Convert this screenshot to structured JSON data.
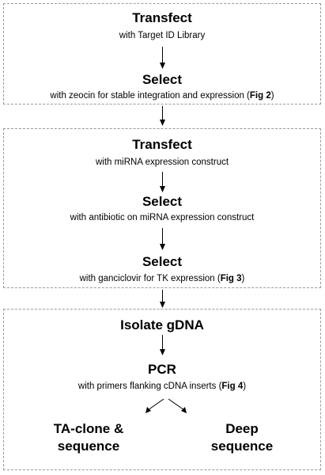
{
  "box1": {
    "step1": {
      "heading": "Transfect",
      "sub": "with Target ID Library"
    },
    "step2": {
      "heading": "Select",
      "sub_pre": "with zeocin for stable integration and expression (",
      "sub_ref": "Fig 2",
      "sub_post": ")"
    }
  },
  "box2": {
    "step1": {
      "heading": "Transfect",
      "sub": "with miRNA expression construct"
    },
    "step2": {
      "heading": "Select",
      "sub": "with antibiotic on miRNA expression construct"
    },
    "step3": {
      "heading": "Select",
      "sub_pre": "with ganciclovir for TK expression (",
      "sub_ref": "Fig 3",
      "sub_post": ")"
    }
  },
  "box3": {
    "step1": {
      "heading": "Isolate gDNA"
    },
    "step2": {
      "heading": "PCR",
      "sub_pre": "with primers flanking cDNA inserts (",
      "sub_ref": "Fig 4",
      "sub_post": ")"
    },
    "left_outcome": {
      "line1": "TA-clone &",
      "line2": "sequence"
    },
    "right_outcome": {
      "line1": "Deep",
      "line2": "sequence"
    }
  }
}
